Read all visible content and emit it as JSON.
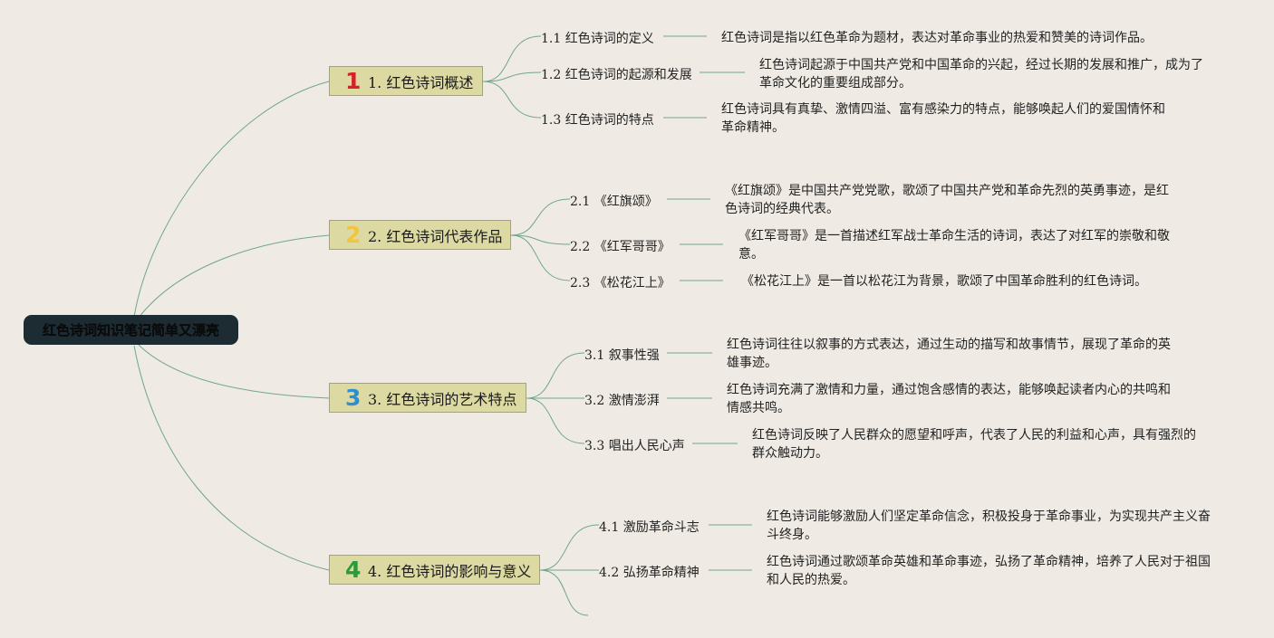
{
  "root": "红色诗词知识笔记简单又漂亮",
  "branches": [
    {
      "number": "1",
      "number_color": "#d8202a",
      "label": "1. 红色诗词概述",
      "subs": [
        {
          "label": "1.1 红色诗词的定义",
          "desc": "红色诗词是指以红色革命为题材，表达对革命事业的热爱和赞美的诗词作品。"
        },
        {
          "label": "1.2 红色诗词的起源和发展",
          "desc": "红色诗词起源于中国共产党和中国革命的兴起，经过长期的发展和推广，成为了革命文化的重要组成部分。"
        },
        {
          "label": "1.3 红色诗词的特点",
          "desc": "红色诗词具有真挚、激情四溢、富有感染力的特点，能够唤起人们的爱国情怀和革命精神。"
        }
      ]
    },
    {
      "number": "2",
      "number_color": "#f2c53d",
      "label": "2. 红色诗词代表作品",
      "subs": [
        {
          "label": "2.1 《红旗颂》",
          "desc": "《红旗颂》是中国共产党党歌，歌颂了中国共产党和革命先烈的英勇事迹，是红色诗词的经典代表。"
        },
        {
          "label": "2.2 《红军哥哥》",
          "desc": "《红军哥哥》是一首描述红军战士革命生活的诗词，表达了对红军的崇敬和敬意。"
        },
        {
          "label": "2.3 《松花江上》",
          "desc": "《松花江上》是一首以松花江为背景，歌颂了中国革命胜利的红色诗词。"
        }
      ]
    },
    {
      "number": "3",
      "number_color": "#2b8fd0",
      "label": "3. 红色诗词的艺术特点",
      "subs": [
        {
          "label": "3.1 叙事性强",
          "desc": "红色诗词往往以叙事的方式表达，通过生动的描写和故事情节，展现了革命的英雄事迹。"
        },
        {
          "label": "3.2 激情澎湃",
          "desc": "红色诗词充满了激情和力量，通过饱含感情的表达，能够唤起读者内心的共鸣和情感共鸣。"
        },
        {
          "label": "3.3 唱出人民心声",
          "desc": "红色诗词反映了人民群众的愿望和呼声，代表了人民的利益和心声，具有强烈的群众触动力。"
        }
      ]
    },
    {
      "number": "4",
      "number_color": "#2a9a3a",
      "label": "4. 红色诗词的影响与意义",
      "subs": [
        {
          "label": "4.1 激励革命斗志",
          "desc": "红色诗词能够激励人们坚定革命信念，积极投身于革命事业，为实现共产主义奋斗终身。"
        },
        {
          "label": "4.2 弘扬革命精神",
          "desc": "红色诗词通过歌颂革命英雄和革命事迹，弘扬了革命精神，培养了人民对于祖国和人民的热爱。"
        }
      ]
    }
  ],
  "colors": {
    "background": "#efebe4",
    "line": "#6fa68a",
    "branch_fill": "#dcd9a3",
    "root_fill": "#1d2b33"
  }
}
